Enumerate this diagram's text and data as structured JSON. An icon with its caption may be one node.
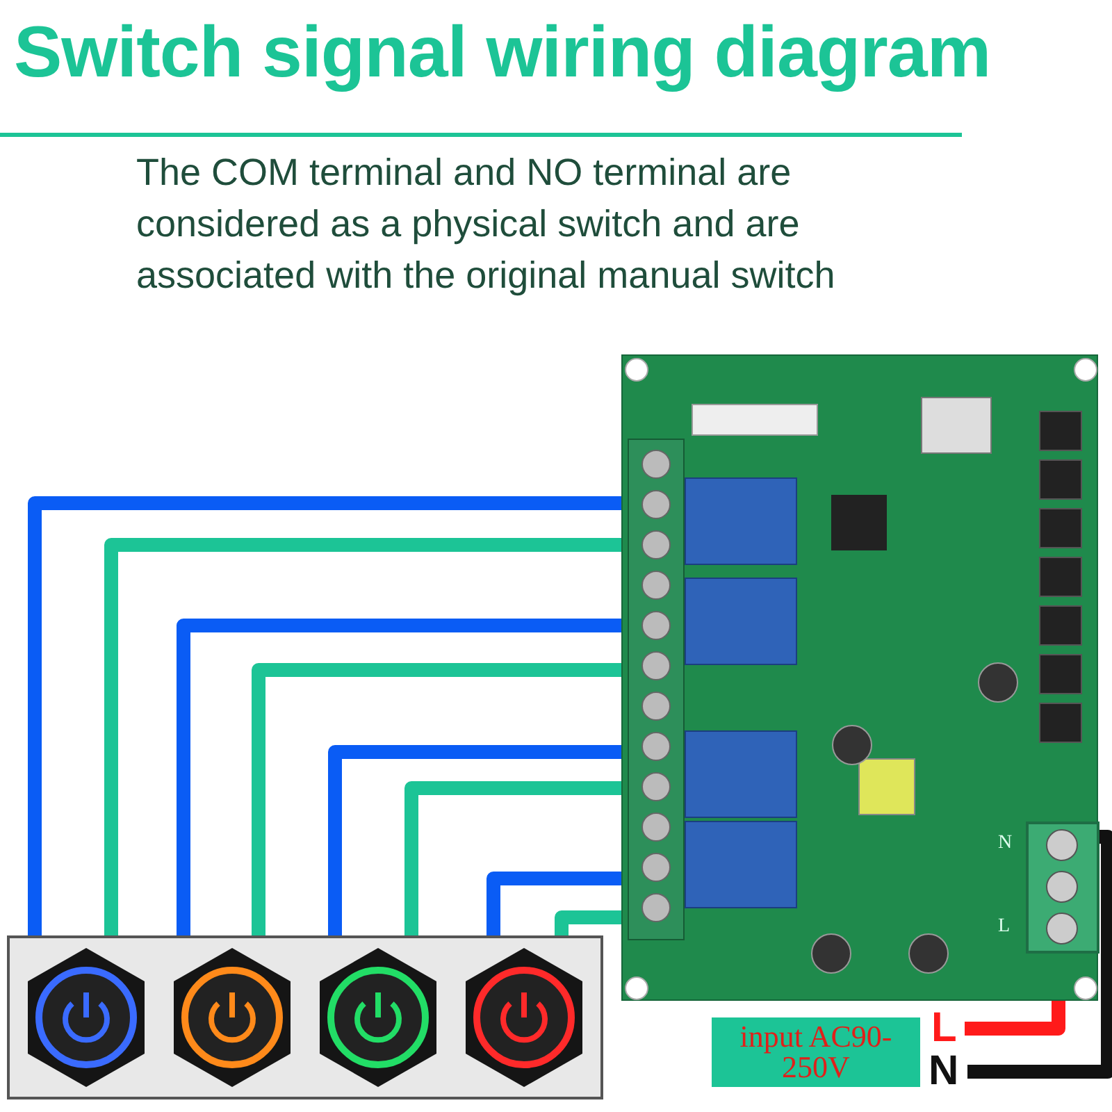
{
  "diagram": {
    "title": "Switch signal wiring diagram",
    "caption": "The COM terminal and NO terminal are considered as a physical switch and are associated with the original manual switch",
    "nodes": [
      {
        "text": [],
        "shape": "picture"
      },
      {
        "text": [],
        "shape": "picture"
      },
      {
        "text": [],
        "shape": "picture"
      },
      {
        "text": [],
        "shape": "picture"
      },
      {
        "text": [],
        "shape": "picture"
      },
      {
        "text": [
          "input AC90-250V"
        ]
      },
      {
        "text": [
          "L"
        ]
      },
      {
        "text": [
          "N"
        ]
      },
      {
        "text": [],
        "shape": "picture",
        "in": 0,
        "beside": [
          "N",
          "L"
        ]
      }
    ],
    "edges": [
      {
        "from": 1,
        "to": 0,
        "arrow": "none",
        "color": "#0a5cf5"
      },
      {
        "from": 1,
        "to": 0,
        "arrow": "none",
        "color": "#1cc496"
      },
      {
        "from": 2,
        "to": 0,
        "arrow": "none",
        "color": "#0a5cf5"
      },
      {
        "from": 2,
        "to": 0,
        "arrow": "none",
        "color": "#1cc496"
      },
      {
        "from": 3,
        "to": 0,
        "arrow": "none",
        "color": "#0a5cf5"
      },
      {
        "from": 3,
        "to": 0,
        "arrow": "none",
        "color": "#1cc496"
      },
      {
        "from": 4,
        "to": 0,
        "arrow": "none",
        "color": "#0a5cf5"
      },
      {
        "from": 4,
        "to": 0,
        "arrow": "none",
        "color": "#1cc496"
      },
      {
        "from": 6,
        "to": 8,
        "arrow": "none",
        "color": "#ff1a1a"
      },
      {
        "from": 7,
        "to": 8,
        "arrow": "none",
        "color": "#111111"
      }
    ],
    "labels": []
  }
}
